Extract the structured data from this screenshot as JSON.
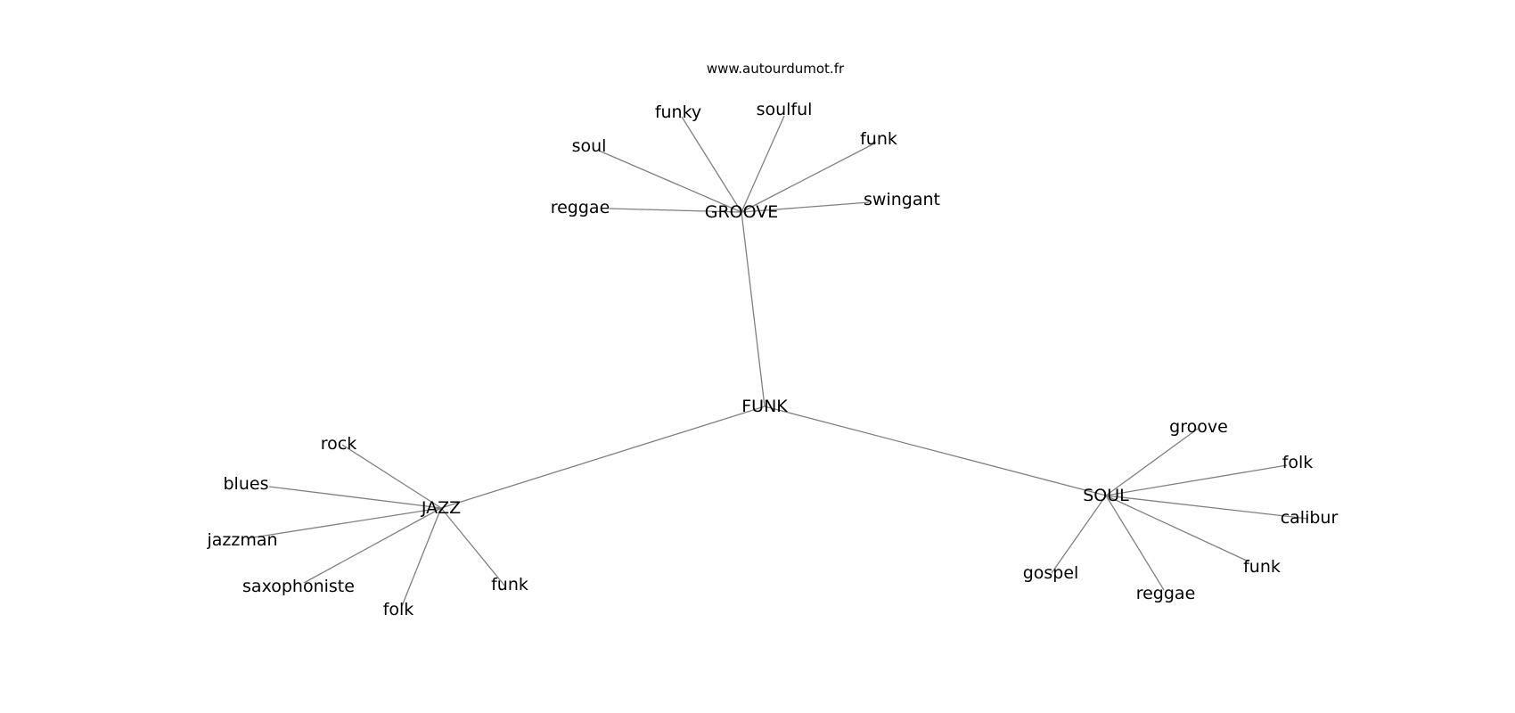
{
  "site_title": "www.autourdumot.fr",
  "graph": {
    "center": "FUNK",
    "clusters": [
      {
        "hub": "GROOVE",
        "words": [
          "reggae",
          "soul",
          "funky",
          "soulful",
          "funk",
          "swingant"
        ]
      },
      {
        "hub": "JAZZ",
        "words": [
          "rock",
          "blues",
          "jazzman",
          "saxophoniste",
          "folk",
          "funk"
        ]
      },
      {
        "hub": "SOUL",
        "words": [
          "groove",
          "folk",
          "calibur",
          "funk",
          "reggae",
          "gospel"
        ]
      }
    ]
  }
}
